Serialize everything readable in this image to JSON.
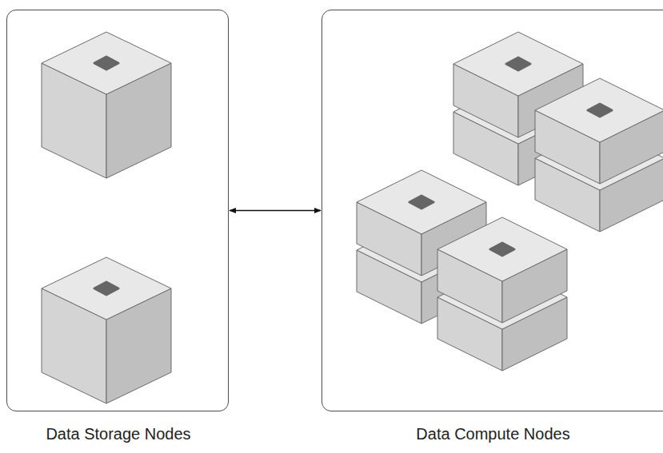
{
  "diagram": {
    "nodes": [
      {
        "text": [
          "Data Storage Nodes"
        ]
      },
      {
        "text": [
          "Data Compute Nodes"
        ]
      }
    ],
    "edges": [
      {
        "from": 0,
        "to": 1,
        "arrow": "both"
      }
    ]
  }
}
